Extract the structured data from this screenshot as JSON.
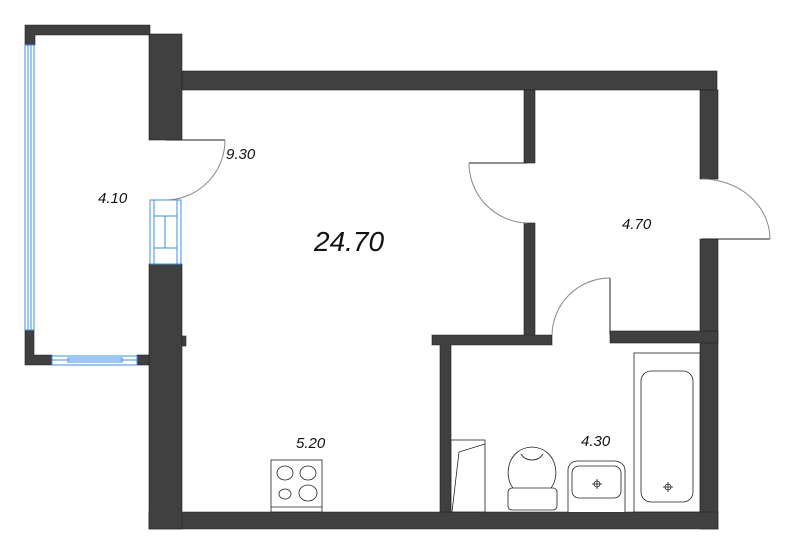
{
  "floorplan": {
    "wall_color": "#404040",
    "window_color": "#3a8ff0",
    "rooms": [
      {
        "id": "living-room",
        "area": "24.70"
      },
      {
        "id": "entry-area",
        "area": "9.30"
      },
      {
        "id": "balcony",
        "area": "4.10"
      },
      {
        "id": "hallway",
        "area": "4.70"
      },
      {
        "id": "kitchen-zone",
        "area": "5.20"
      },
      {
        "id": "bathroom",
        "area": "4.30"
      }
    ]
  }
}
